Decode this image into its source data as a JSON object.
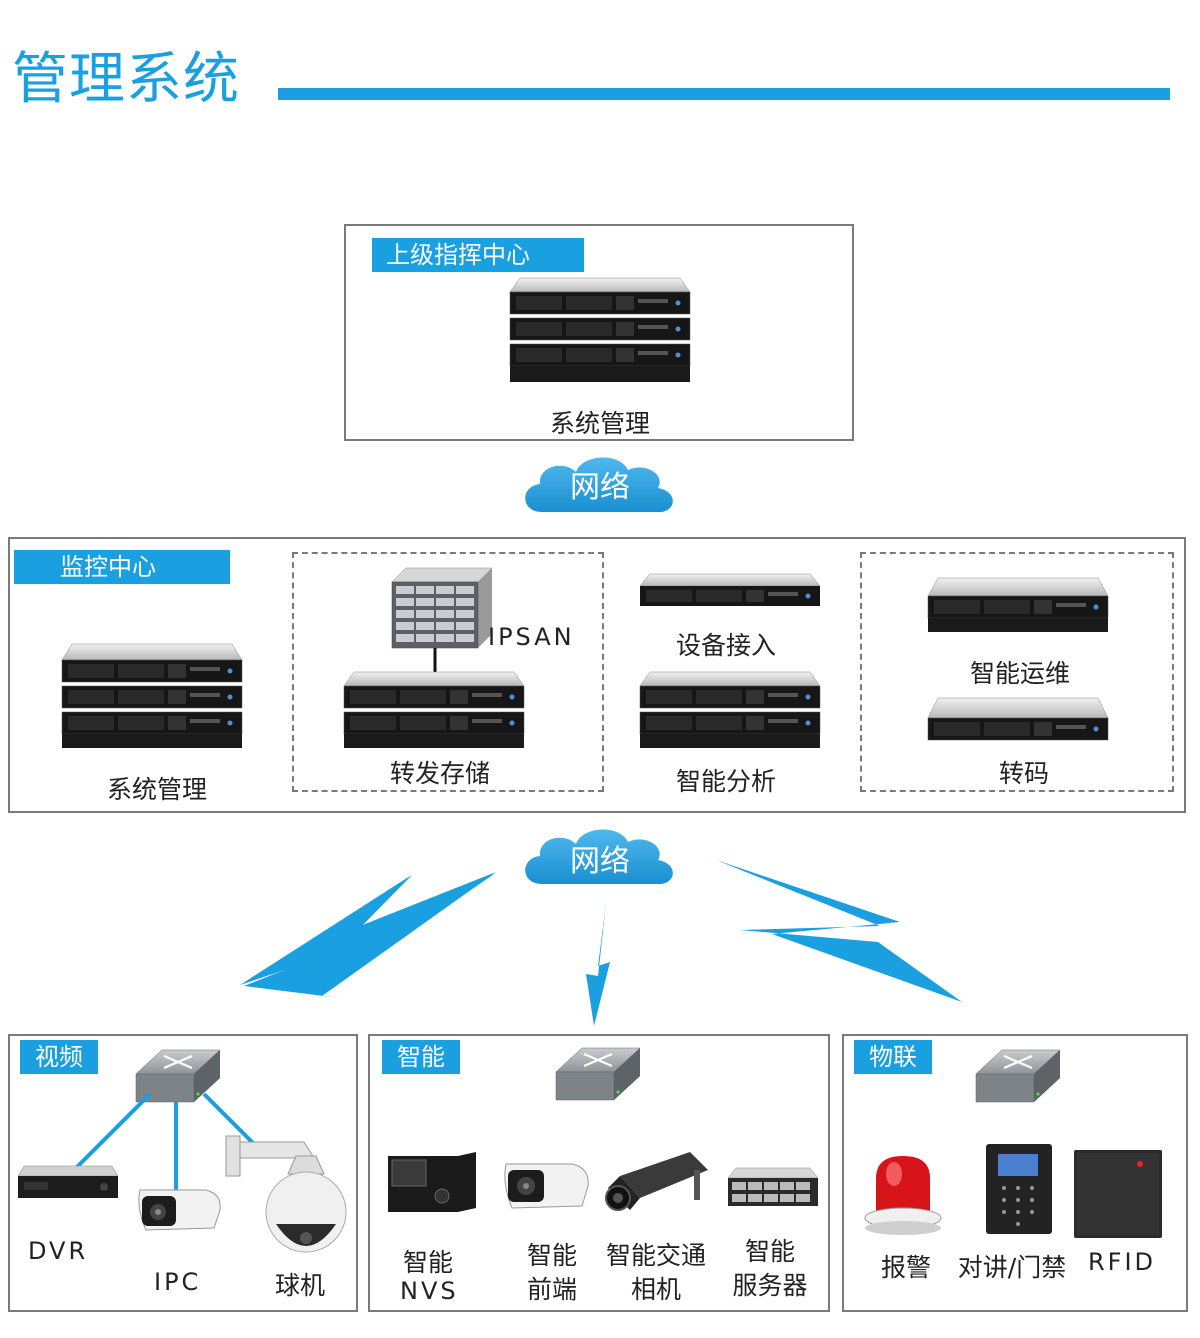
{
  "header": {
    "title": "管理系统"
  },
  "command_center": {
    "tag": "上级指挥中心",
    "server_label": "系统管理"
  },
  "network_top": {
    "label": "网络"
  },
  "monitor_center": {
    "tag": "监控中心",
    "system_mgmt": "系统管理",
    "ipsan": "IPSAN",
    "forward_storage": "转发存储",
    "device_access": "设备接入",
    "smart_analysis": "智能分析",
    "smart_ops": "智能运维",
    "transcode": "转码"
  },
  "network_bottom": {
    "label": "网络"
  },
  "video_panel": {
    "tag": "视频",
    "dvr": "DVR",
    "ipc": "IPC",
    "dome": "球机"
  },
  "smart_panel": {
    "tag": "智能",
    "nvs_line1": "智能",
    "nvs_line2": "NVS",
    "front_line1": "智能",
    "front_line2": "前端",
    "traffic_line1": "智能交通",
    "traffic_line2": "相机",
    "server_line1": "智能",
    "server_line2": "服务器"
  },
  "iot_panel": {
    "tag": "物联",
    "alarm": "报警",
    "intercom": "对讲/门禁",
    "rfid": "RFID"
  },
  "colors": {
    "accent": "#1a9fe0",
    "frame": "#7a7a7a",
    "server": "#1a1a1a"
  }
}
